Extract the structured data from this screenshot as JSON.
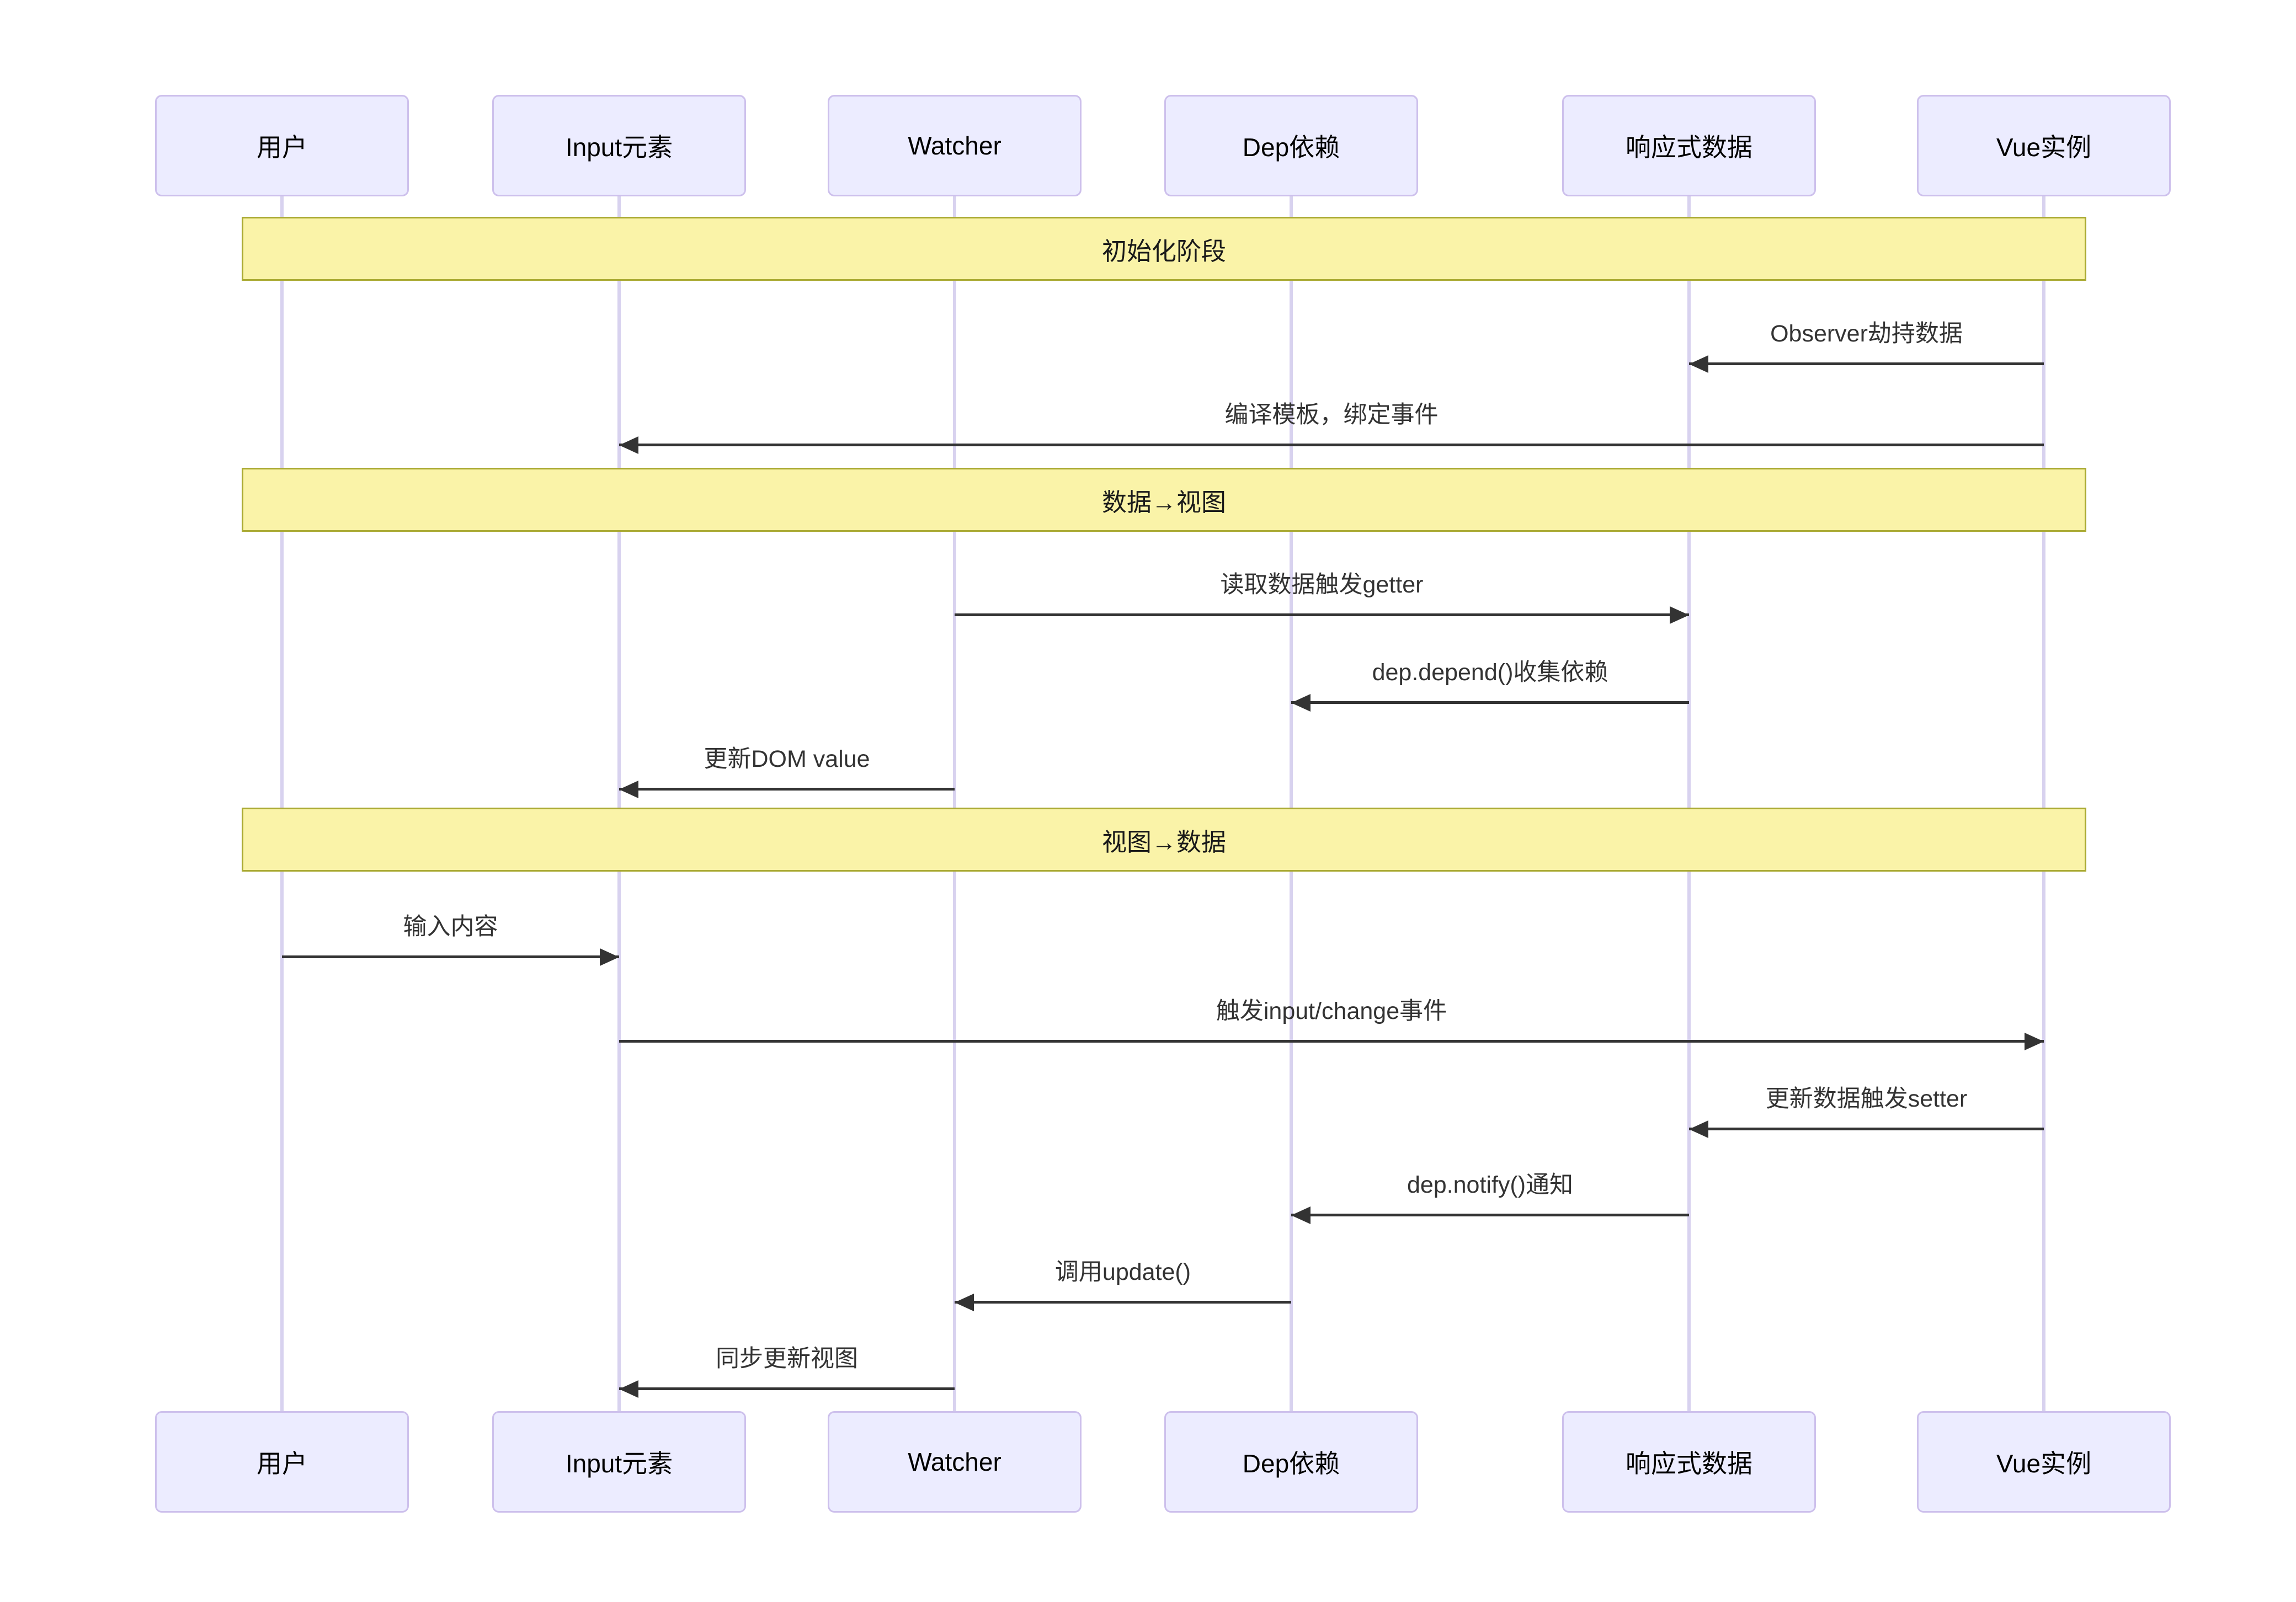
{
  "diagram": {
    "type": "sequence",
    "participants": [
      {
        "label": "用户"
      },
      {
        "label": "Input元素"
      },
      {
        "label": "Watcher"
      },
      {
        "label": "Dep依赖"
      },
      {
        "label": "响应式数据"
      },
      {
        "label": "Vue实例"
      }
    ],
    "sections": [
      {
        "label": "初始化阶段"
      },
      {
        "label": "数据→视图"
      },
      {
        "label": "视图→数据"
      }
    ],
    "messages": [
      {
        "label": "Observer劫持数据",
        "from": "Vue实例",
        "to": "响应式数据"
      },
      {
        "label": "编译模板，绑定事件",
        "from": "Vue实例",
        "to": "Input元素"
      },
      {
        "label": "读取数据触发getter",
        "from": "Watcher",
        "to": "响应式数据"
      },
      {
        "label": "dep.depend()收集依赖",
        "from": "响应式数据",
        "to": "Dep依赖"
      },
      {
        "label": "更新DOM value",
        "from": "Watcher",
        "to": "Input元素"
      },
      {
        "label": "输入内容",
        "from": "用户",
        "to": "Input元素"
      },
      {
        "label": "触发input/change事件",
        "from": "Input元素",
        "to": "Vue实例"
      },
      {
        "label": "更新数据触发setter",
        "from": "Vue实例",
        "to": "响应式数据"
      },
      {
        "label": "dep.notify()通知",
        "from": "响应式数据",
        "to": "Dep依赖"
      },
      {
        "label": "调用update()",
        "from": "Dep依赖",
        "to": "Watcher"
      },
      {
        "label": "同步更新视图",
        "from": "Watcher",
        "to": "Input元素"
      }
    ],
    "colors": {
      "background": "#FFFFFF",
      "actor_fill": "#ECECFF",
      "actor_border": "#CDC0EC",
      "actor_text": "#000000",
      "lifeline": "#D8D2EF",
      "section_fill": "#FAF3A8",
      "section_border": "#AAAA33",
      "arrow": "#333333",
      "message_text": "#333333"
    }
  }
}
